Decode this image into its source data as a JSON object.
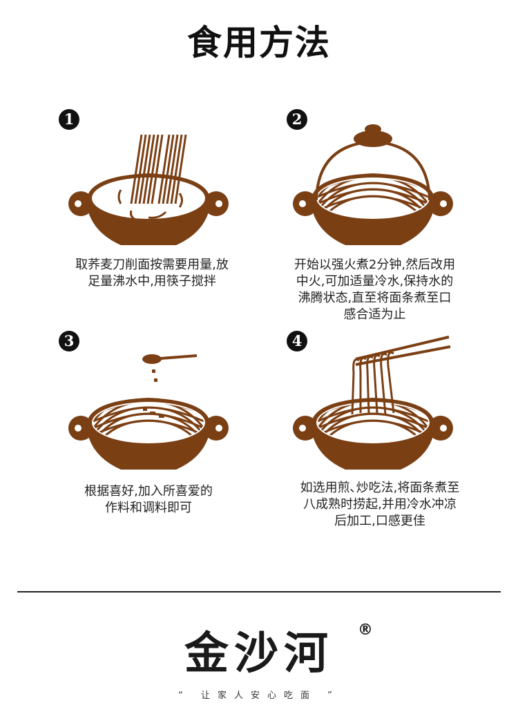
{
  "title": "食用方法",
  "accent_color": "#7b3f14",
  "steps": [
    {
      "number": "1",
      "text_lines": [
        "取荞麦刀削面按需要用量,放",
        "足量沸水中,用筷子搅拌"
      ]
    },
    {
      "number": "2",
      "text_lines": [
        "开始以强火煮2分钟,然后改用",
        "中火,可加适量冷水,保持水的",
        "沸腾状态,直至将面条煮至口",
        "感合适为止"
      ]
    },
    {
      "number": "3",
      "text_lines": [
        "根据喜好,加入所喜爱的",
        "作料和调料即可"
      ]
    },
    {
      "number": "4",
      "text_lines": [
        "如选用煎､炒吃法,将面条煮至",
        "八成熟时捞起,并用冷水冲凉",
        "后加工,口感更佳"
      ]
    }
  ],
  "brand": {
    "name": "金沙河",
    "registered": "®",
    "tagline": "“ 让家人安心吃面 ”"
  }
}
